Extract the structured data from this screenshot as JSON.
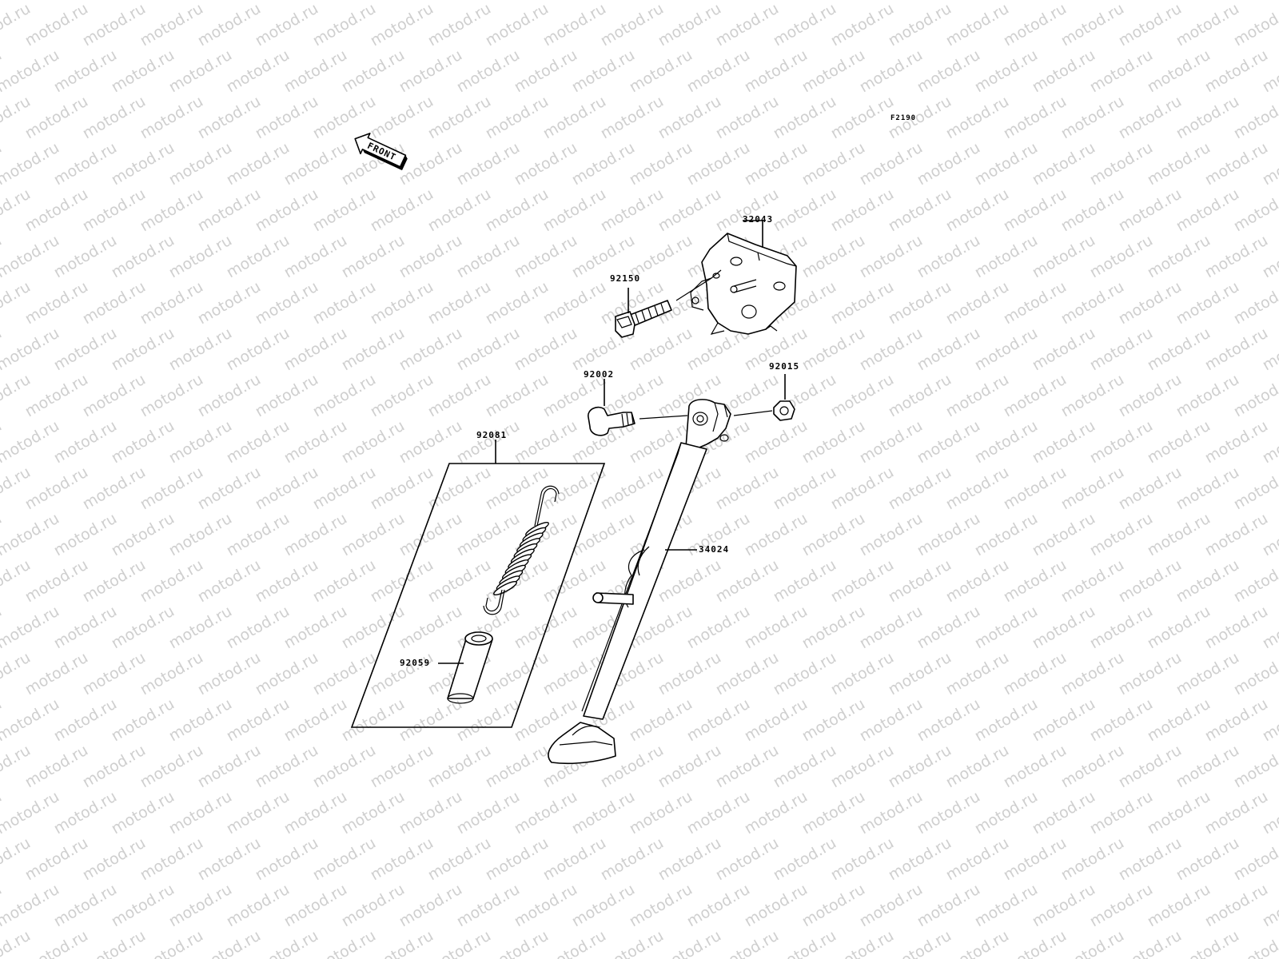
{
  "watermark": {
    "text": "motod.ru",
    "color": "#cfcfcf"
  },
  "figure_code": "F2190",
  "front_arrow": {
    "label": "FRONT"
  },
  "parts": {
    "bracket": "32043",
    "bolt_bracket": "92150",
    "bolt_pivot": "92002",
    "nut": "92015",
    "kit": "92081",
    "stand": "34024",
    "spacer": "92059"
  }
}
